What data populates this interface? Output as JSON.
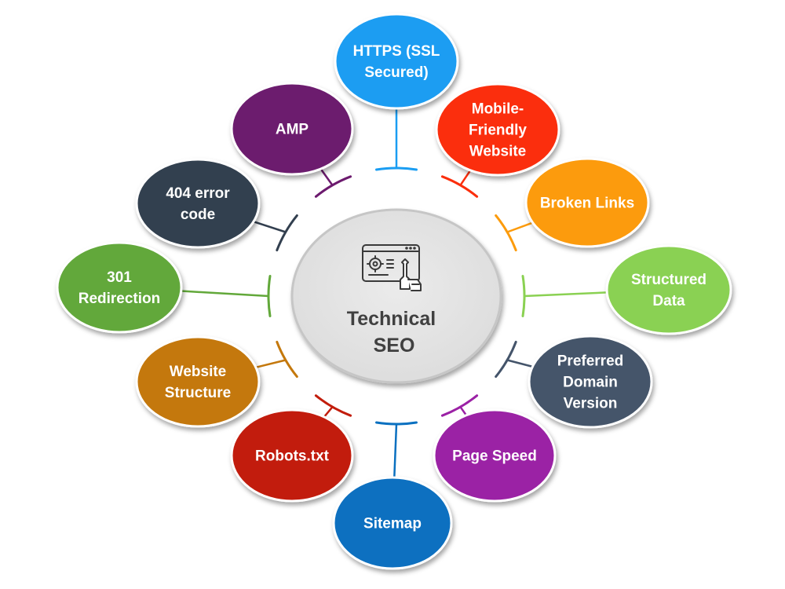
{
  "center": {
    "title": [
      "Technical",
      "SEO"
    ],
    "icon": "settings-wrench-screen-icon"
  },
  "nodes": [
    {
      "id": "https",
      "lines": [
        "HTTPS (SSL",
        "Secured)"
      ],
      "color": "#1a9df2"
    },
    {
      "id": "mobile-friendly",
      "lines": [
        "Mobile-",
        "Friendly",
        "Website"
      ],
      "color": "#fb2e0c"
    },
    {
      "id": "broken-links",
      "lines": [
        "Broken Links"
      ],
      "color": "#fc9b0c"
    },
    {
      "id": "structured-data",
      "lines": [
        "Structured",
        "Data"
      ],
      "color": "#8ad152"
    },
    {
      "id": "preferred-domain",
      "lines": [
        "Preferred",
        "Domain",
        "Version"
      ],
      "color": "#44546a"
    },
    {
      "id": "page-speed",
      "lines": [
        "Page Speed"
      ],
      "color": "#9b21a5"
    },
    {
      "id": "sitemap",
      "lines": [
        "Sitemap"
      ],
      "color": "#0a70c0"
    },
    {
      "id": "robots-txt",
      "lines": [
        "Robots.txt"
      ],
      "color": "#c21d0c"
    },
    {
      "id": "website-structure",
      "lines": [
        "Website",
        "Structure"
      ],
      "color": "#c4780c"
    },
    {
      "id": "301-redirection",
      "lines": [
        "301",
        "Redirection"
      ],
      "color": "#62a83a"
    },
    {
      "id": "404-error-code",
      "lines": [
        "404 error",
        "code"
      ],
      "color": "#323f4f"
    },
    {
      "id": "amp",
      "lines": [
        "AMP"
      ],
      "color": "#6c1a6e"
    }
  ],
  "colors": {
    "center_fill": "#e4e4e4",
    "center_stroke": "#c6c6c6",
    "center_text": "#404040"
  }
}
